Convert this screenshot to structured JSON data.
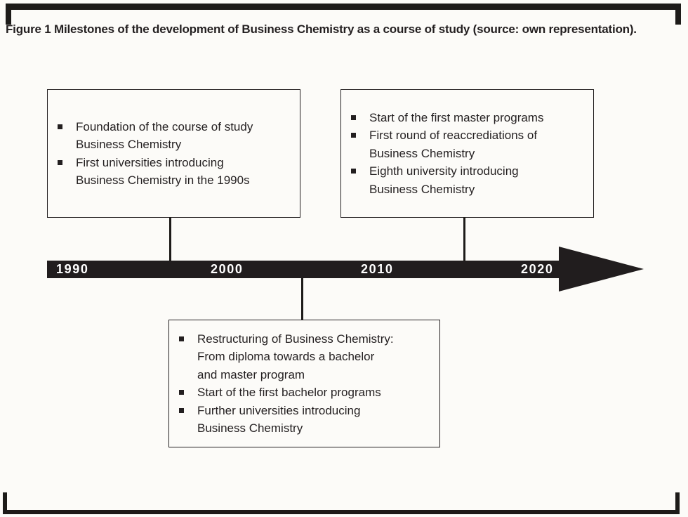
{
  "figure": {
    "caption": "Figure 1 Milestones of the development of Business Chemistry as a course of study (source: own representation)."
  },
  "timeline": {
    "years": [
      "1990",
      "2000",
      "2010",
      "2020"
    ]
  },
  "boxes": [
    {
      "name": "milestones-1990s",
      "position": "above-timeline",
      "items": [
        {
          "lines": [
            "Foundation of the course of study",
            "Business Chemistry"
          ]
        },
        {
          "lines": [
            "First universities introducing",
            "Business Chemistry in the 1990s"
          ]
        }
      ]
    },
    {
      "name": "milestones-2010s",
      "position": "above-timeline",
      "items": [
        {
          "lines": [
            "Start of the first master programs"
          ]
        },
        {
          "lines": [
            "First round of reaccrediations of",
            "Business Chemistry"
          ]
        },
        {
          "lines": [
            "Eighth university introducing",
            "Business Chemistry"
          ]
        }
      ]
    },
    {
      "name": "milestones-2000s",
      "position": "below-timeline",
      "items": [
        {
          "lines": [
            "Restructuring of Business Chemistry:",
            "From diploma towards a bachelor",
            "and master program"
          ]
        },
        {
          "lines": [
            "Start of the first bachelor programs"
          ]
        },
        {
          "lines": [
            "Further universities introducing",
            "Business Chemistry"
          ]
        }
      ]
    }
  ],
  "colors": {
    "ink": "#231f20",
    "timeline_bar": "#211d1e",
    "frame": "#1d1b19",
    "year_text": "#ffffff",
    "background": "#fcfbf8"
  }
}
